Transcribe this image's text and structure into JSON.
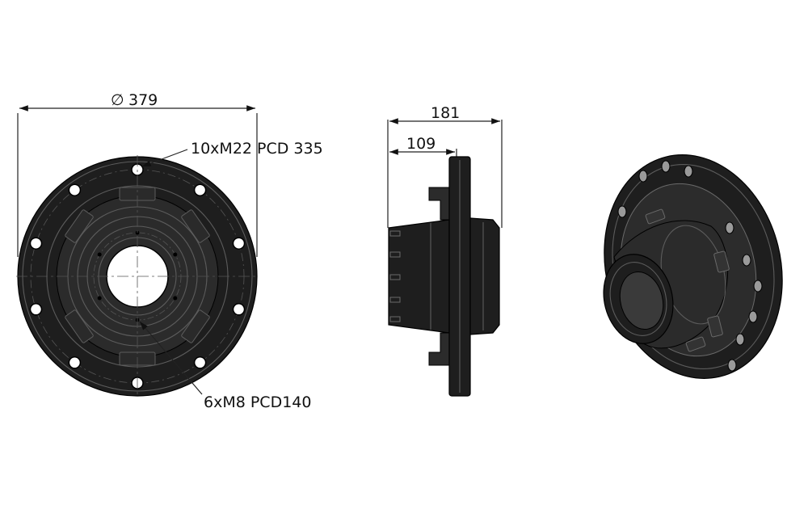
{
  "dimensions": {
    "diameter_symbol": "∅",
    "diameter_value": "379",
    "total_width": "181",
    "flange_offset": "109"
  },
  "callouts": {
    "bolt_pattern_large": "10xM22 PCD 335",
    "bolt_pattern_small": "6xM8 PCD140"
  },
  "colors": {
    "part": "#1e1e1e",
    "line": "#222222",
    "background": "#ffffff"
  }
}
